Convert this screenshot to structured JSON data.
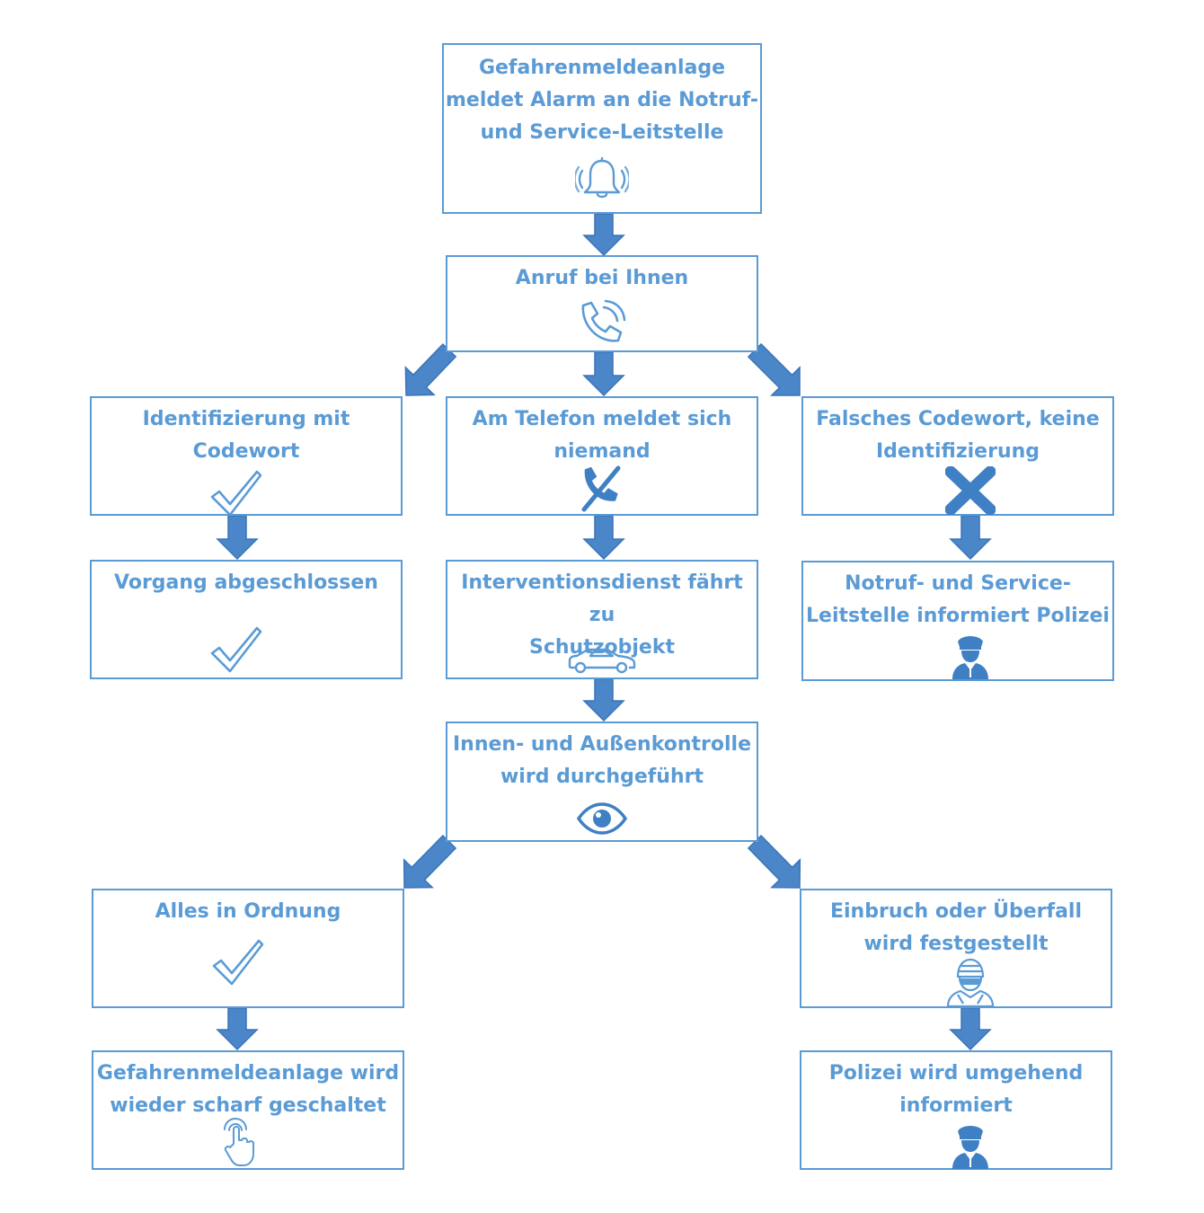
{
  "colors": {
    "accent": "#5b9bd5",
    "arrow": "#4a86c8",
    "icon_dark": "#3f7fc4"
  },
  "nodes": {
    "alarm": {
      "lines": [
        "Gefahrenmeldeanlage",
        "meldet Alarm an die Notruf-",
        "und Service-Leitstelle"
      ],
      "icon": "bell-icon"
    },
    "call": {
      "lines": [
        "Anruf bei Ihnen"
      ],
      "icon": "phone-ringing-icon"
    },
    "ident": {
      "lines": [
        "Identifizierung mit",
        "Codewort"
      ],
      "icon": "check-icon"
    },
    "noanswer": {
      "lines": [
        "Am Telefon meldet sich",
        "niemand"
      ],
      "icon": "phone-off-icon"
    },
    "wrongcode": {
      "lines": [
        "Falsches Codewort, keine",
        "Identifizierung"
      ],
      "icon": "x-icon"
    },
    "done": {
      "lines": [
        "Vorgang abgeschlossen"
      ],
      "icon": "check-icon"
    },
    "dispatch": {
      "lines": [
        "Interventionsdienst fährt zu",
        "Schutzobjekt"
      ],
      "icon": "car-icon"
    },
    "policeinfo": {
      "lines": [
        "Notruf- und Service-",
        "Leitstelle informiert Polizei"
      ],
      "icon": "police-officer-icon"
    },
    "inspection": {
      "lines": [
        "Innen- und Außenkontrolle",
        "wird durchgeführt"
      ],
      "icon": "eye-icon"
    },
    "allok": {
      "lines": [
        "Alles in Ordnung"
      ],
      "icon": "check-icon"
    },
    "burglary": {
      "lines": [
        "Einbruch oder Überfall",
        "wird festgestellt"
      ],
      "icon": "burglar-icon"
    },
    "rearm": {
      "lines": [
        "Gefahrenmeldeanlage wird",
        "wieder scharf geschaltet"
      ],
      "icon": "touch-hand-icon"
    },
    "policenow": {
      "lines": [
        "Polizei wird umgehend",
        "informiert"
      ],
      "icon": "police-officer-icon"
    }
  }
}
